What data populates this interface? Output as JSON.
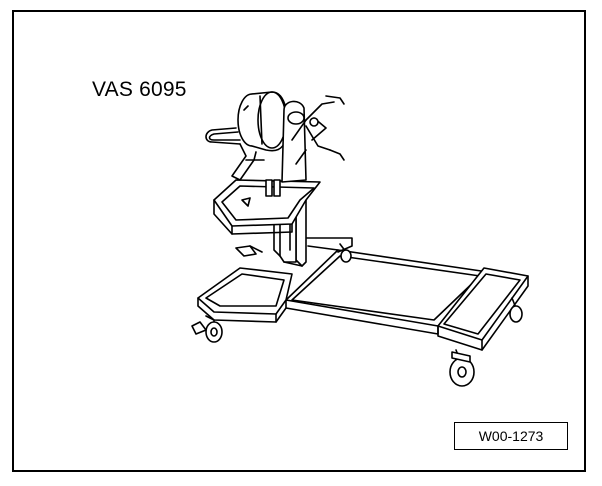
{
  "diagram": {
    "title": "VAS 6095",
    "figure_ref": "W00-1273",
    "subject": "engine/gearbox support stand on wheeled base",
    "colors": {
      "line": "#000000",
      "background": "#ffffff"
    }
  }
}
